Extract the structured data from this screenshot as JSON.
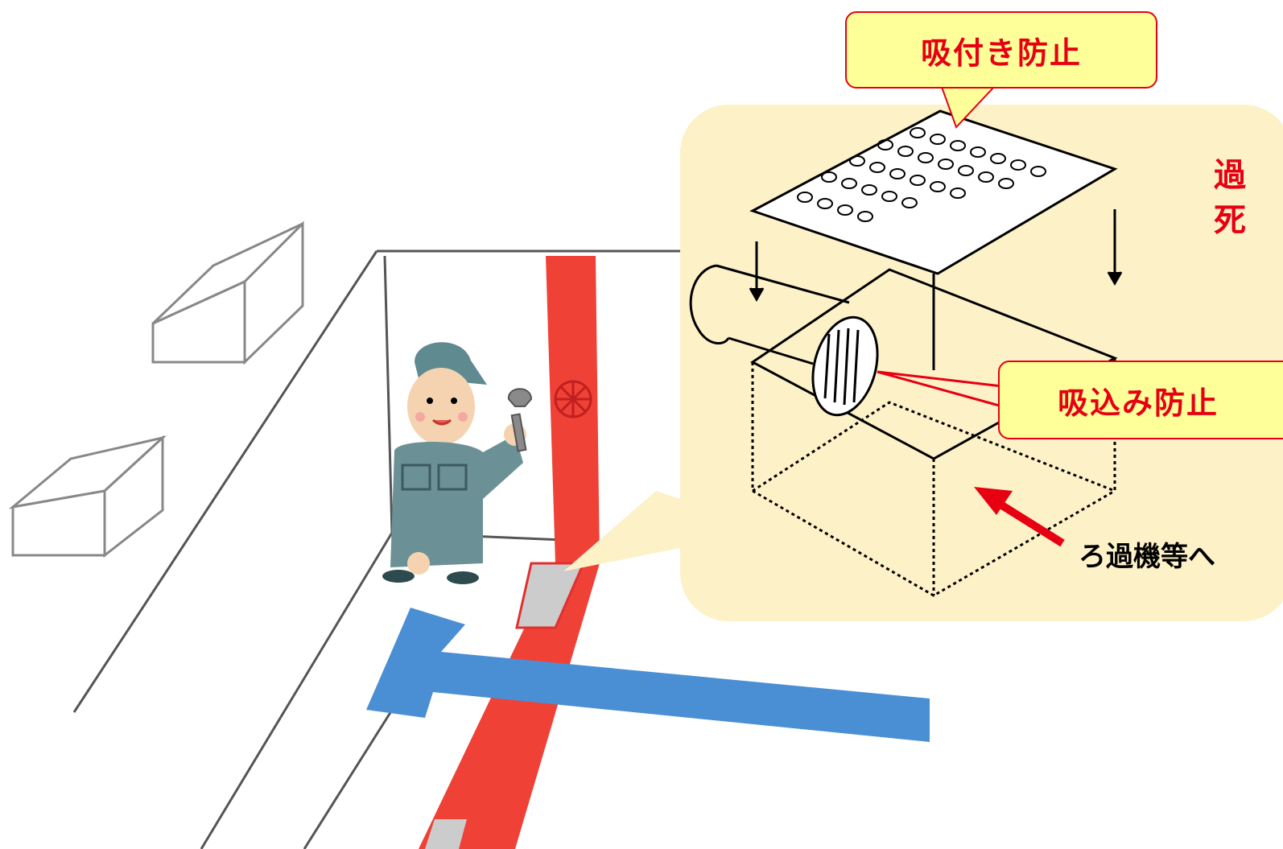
{
  "labels": {
    "suction_lock_prevention": "吸付き防止",
    "intake_prevention": "吸込み防止",
    "to_filter": "ろ過機等へ",
    "side_note_line1": "過",
    "side_note_line2": "死"
  },
  "colors": {
    "callout_fill": "#ffff99",
    "callout_border": "#e60012",
    "zoom_panel": "#fdf1c8",
    "supply_pipe": "#ef4136",
    "return_pipe": "#4a8fd4",
    "worker_uniform": "#6b9196",
    "outline": "#777777"
  },
  "icons": [
    "worker-icon",
    "wrench-icon",
    "drain-grate-icon",
    "arrow-icon"
  ]
}
